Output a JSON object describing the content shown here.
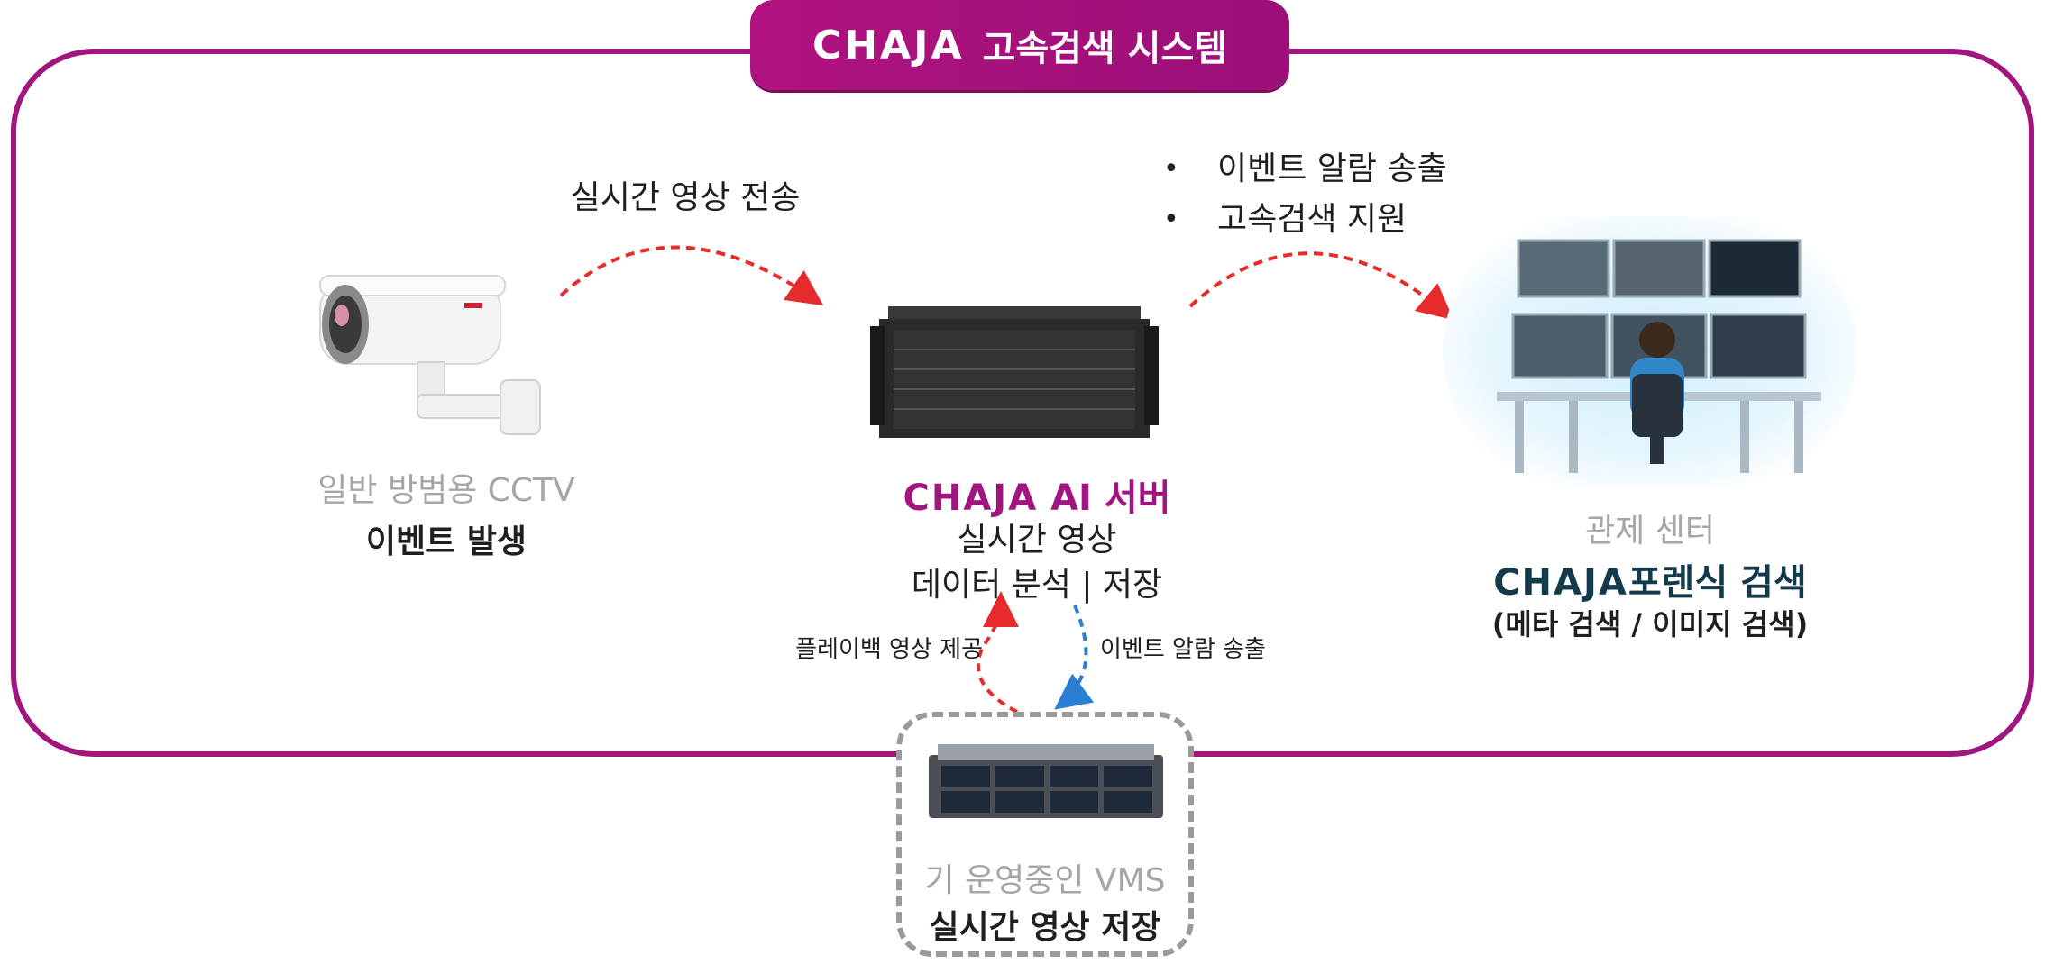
{
  "title": {
    "brand": "CHAJA",
    "text": "고속검색 시스템"
  },
  "arrow_labels": {
    "realtime_transfer": "실시간 영상 전송",
    "playback": "플레이백 영상 제공",
    "event_alarm": "이벤트 알람 송출"
  },
  "bullets": [
    "이벤트 알람 송출",
    "고속검색 지원"
  ],
  "camera": {
    "name": "일반 방범용 CCTV",
    "caption": "이벤트 발생"
  },
  "server": {
    "brand": "CHAJA",
    "name": "AI 서버",
    "line1": "실시간 영상",
    "line2": "데이터 분석 | 저장"
  },
  "control": {
    "name": "관제 센터",
    "brand": "CHAJA",
    "product": "포렌식 검색",
    "detail": "(메타 검색 / 이미지 검색)"
  },
  "vms": {
    "name": "기 운영중인 VMS",
    "caption": "실시간 영상 저장"
  },
  "colors": {
    "magenta": "#a0157f",
    "teal": "#123a4a",
    "red_arrow": "#e52b2b",
    "blue_arrow": "#2a7fd4"
  }
}
